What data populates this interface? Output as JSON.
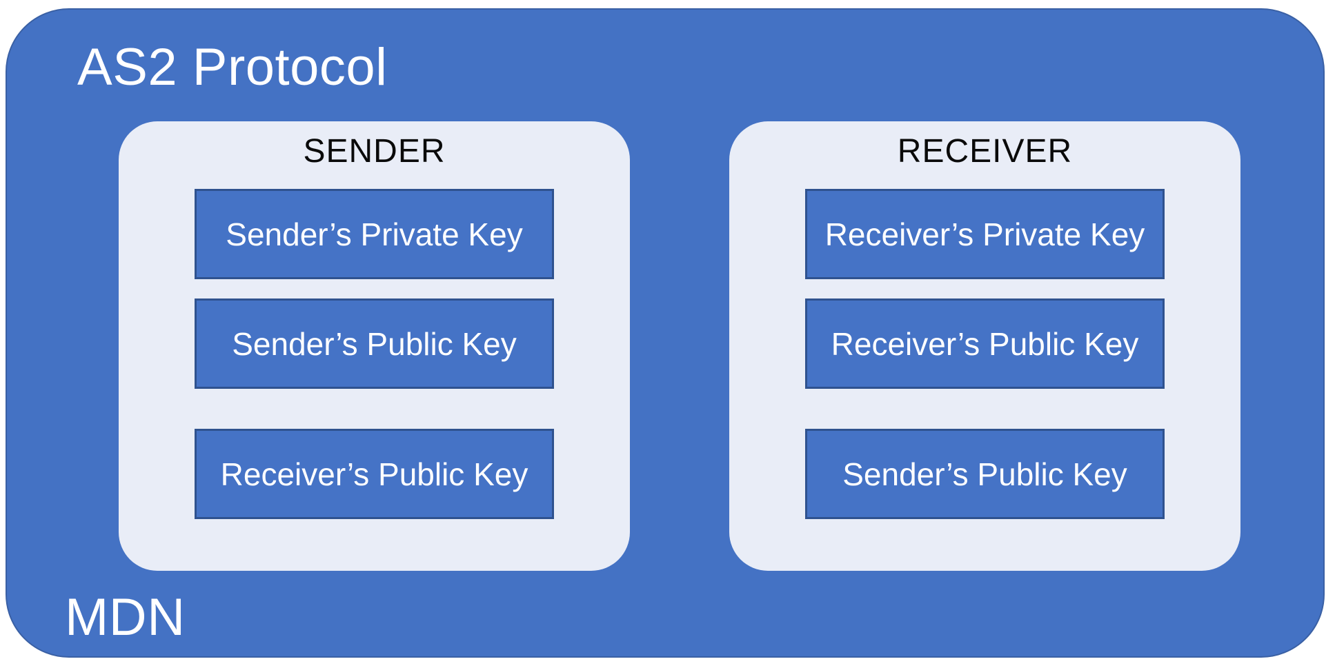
{
  "diagram": {
    "title": "AS2 Protocol",
    "footer_label": "MDN",
    "panels": [
      {
        "title": "SENDER",
        "boxes": [
          "Sender’s Private Key",
          "Sender’s Public Key",
          "Receiver’s Public Key"
        ]
      },
      {
        "title": "RECEIVER",
        "boxes": [
          "Receiver’s Private Key",
          "Receiver’s Public Key",
          "Sender’s Public Key"
        ]
      }
    ],
    "colors": {
      "container_blue": "#4472C4",
      "container_border": "#3A60A4",
      "panel_light": "#E9EDF7",
      "box_blue": "#4573C6",
      "box_border": "#2F528F",
      "label_white": "#FFFFFF",
      "panel_title_color": "#0A0A0A"
    }
  }
}
